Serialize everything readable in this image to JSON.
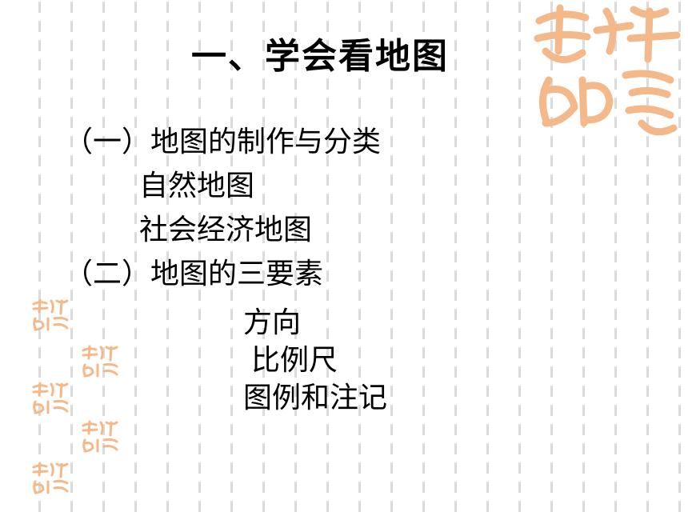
{
  "slide": {
    "title": "一、学会看地图",
    "section1": {
      "heading": "（一）地图的制作与分类",
      "items": [
        "自然地图",
        "社会经济地图"
      ]
    },
    "section2": {
      "heading": "（二）地图的三要素",
      "items": [
        "方向",
        "比例尺",
        "图例和注记"
      ]
    }
  },
  "decoration": {
    "seal_text": "吉祥如意",
    "seal_color": "#f4b98a",
    "dash_color": "#dcdcdc"
  }
}
